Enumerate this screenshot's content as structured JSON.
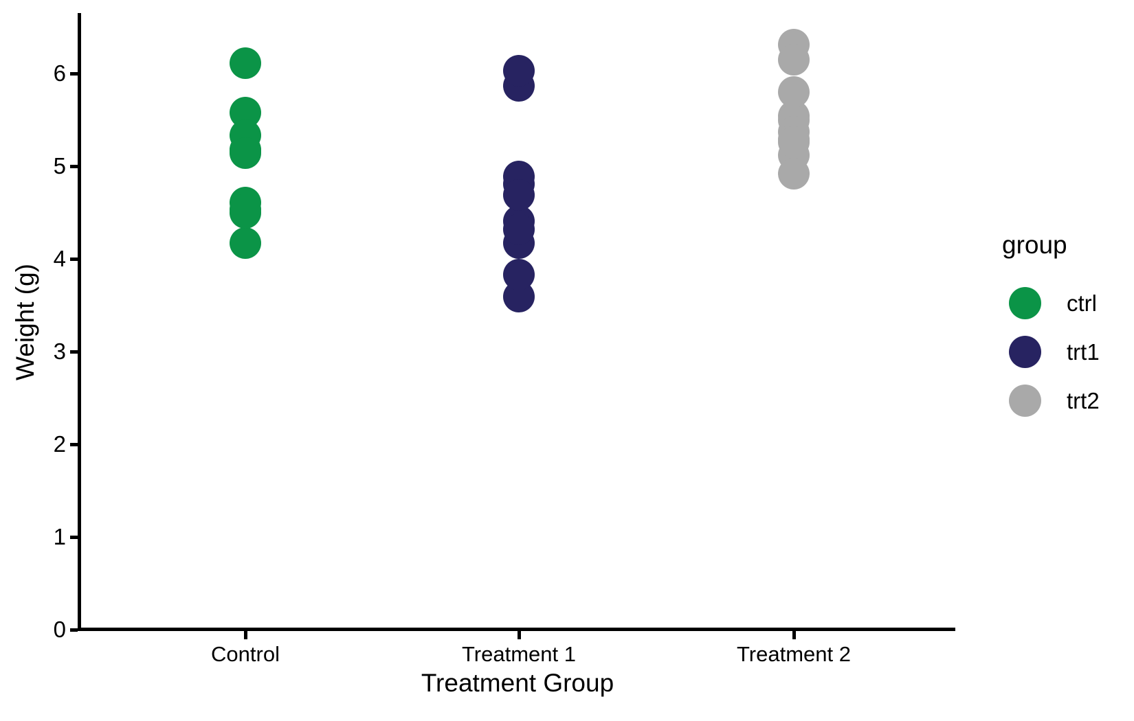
{
  "chart_data": {
    "type": "scatter",
    "subtype": "strip-plot",
    "title": "",
    "xlabel": "Treatment Group",
    "ylabel": "Weight (g)",
    "categories": [
      "Control",
      "Treatment 1",
      "Treatment 2"
    ],
    "series": [
      {
        "name": "ctrl",
        "color": "#0b9447",
        "category": "Control",
        "values": [
          4.17,
          5.58,
          5.18,
          6.11,
          4.5,
          4.61,
          5.17,
          4.53,
          5.33,
          5.14
        ]
      },
      {
        "name": "trt1",
        "color": "#272361",
        "category": "Treatment 1",
        "values": [
          4.81,
          4.17,
          4.41,
          3.59,
          5.87,
          3.83,
          6.03,
          4.89,
          4.32,
          4.69
        ]
      },
      {
        "name": "trt2",
        "color": "#a9a9a9",
        "category": "Treatment 2",
        "values": [
          6.31,
          5.12,
          5.54,
          5.5,
          5.37,
          5.29,
          4.92,
          6.15,
          5.8,
          5.26
        ]
      }
    ],
    "y_ticks": [
      0,
      1,
      2,
      3,
      4,
      5,
      6
    ],
    "ylim": [
      0,
      6.65
    ],
    "grid": false,
    "axis_color": "#000000",
    "background": "#ffffff",
    "legend": {
      "title": "group",
      "position": "right",
      "entries": [
        {
          "label": "ctrl",
          "color": "#0b9447"
        },
        {
          "label": "trt1",
          "color": "#272361"
        },
        {
          "label": "trt2",
          "color": "#a9a9a9"
        }
      ]
    }
  }
}
